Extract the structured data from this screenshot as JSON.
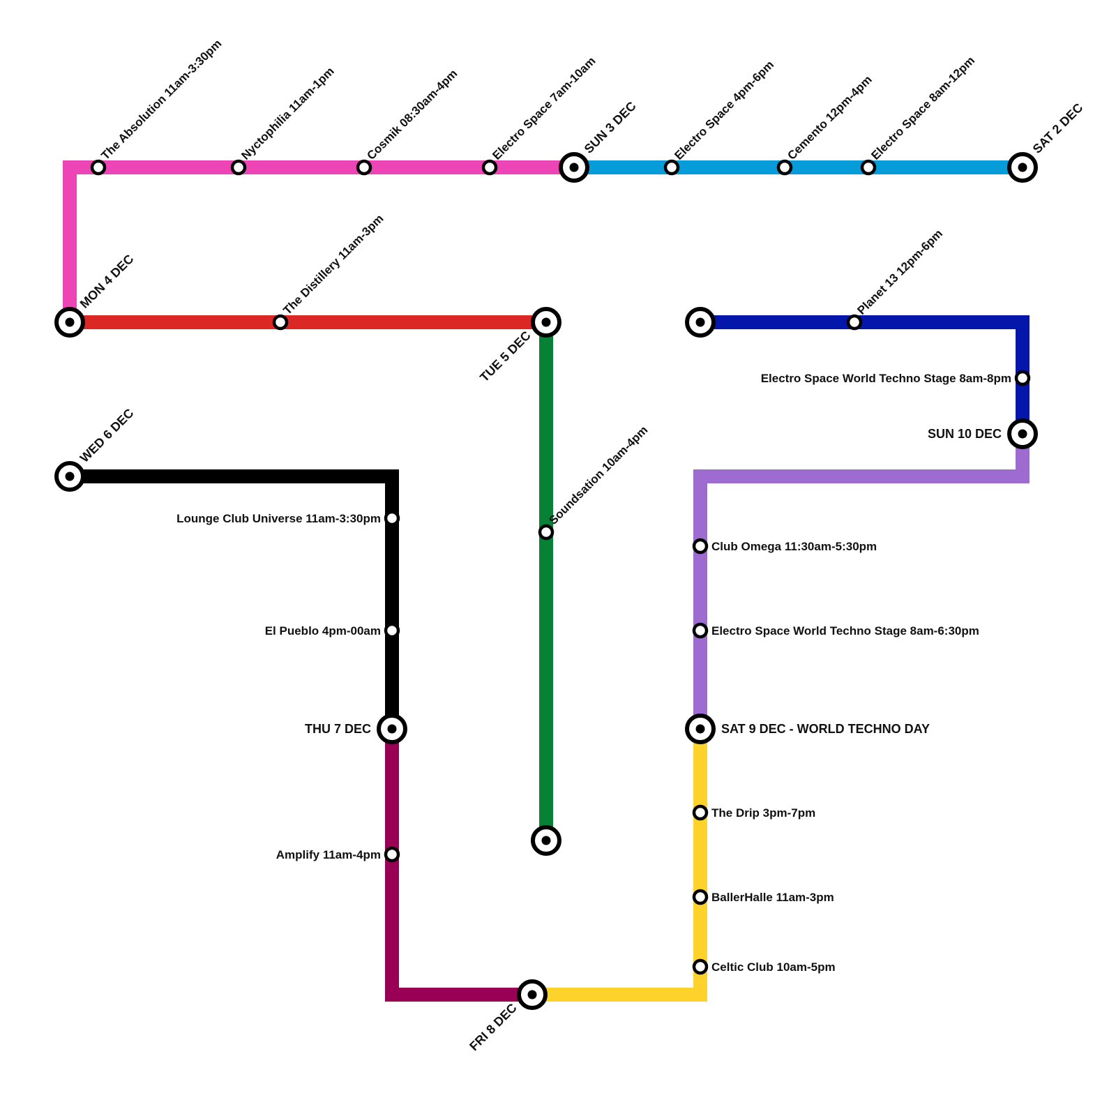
{
  "colors": {
    "pink": "#EE45B6",
    "blue": "#069CD9",
    "red": "#DC2824",
    "navy": "#0517AA",
    "green": "#068136",
    "black": "#000000",
    "purple": "#9E6BD1",
    "maroon": "#990055",
    "yellow": "#FDD22A"
  },
  "labels": {
    "sat2": "SAT 2 DEC",
    "sun3": "SUN 3 DEC",
    "mon4": "MON 4 DEC",
    "tue5": "TUE 5 DEC",
    "wed6": "WED 6 DEC",
    "thu7": "THU 7 DEC",
    "fri8": "FRI 8 DEC",
    "sat9": "SAT 9 DEC - WORLD TECHNO DAY",
    "sun10": "SUN 10 DEC",
    "es_8am_12pm": "Electro Space 8am-12pm",
    "cemento": "Cemento 12pm-4pm",
    "es_4pm_6pm": "Electro Space 4pm-6pm",
    "es_7am_10am": "Electro Space 7am-10am",
    "cosmik": "Cosmik 08:30am-4pm",
    "nyctophilia": "Nyctophilia 11am-1pm",
    "absolution": "The Absolution 11am-3:30pm",
    "distillery": "The Distillery 11am-3pm",
    "soundsation": "Soundsation 10am-4pm",
    "lounge": "Lounge Club Universe 11am-3:30pm",
    "pueblo": "El Pueblo 4pm-00am",
    "amplify": "Amplify 11am-4pm",
    "celtic": "Celtic Club 10am-5pm",
    "ballerhalle": "BallerHalle 11am-3pm",
    "drip": "The Drip 3pm-7pm",
    "es_world_630": "Electro Space World Techno Stage 8am-6:30pm",
    "omega": "Club Omega 11:30am-5:30pm",
    "es_world_8pm": "Electro Space World Techno Stage 8am-8pm",
    "planet13": "Planet 13 12pm-6pm"
  }
}
